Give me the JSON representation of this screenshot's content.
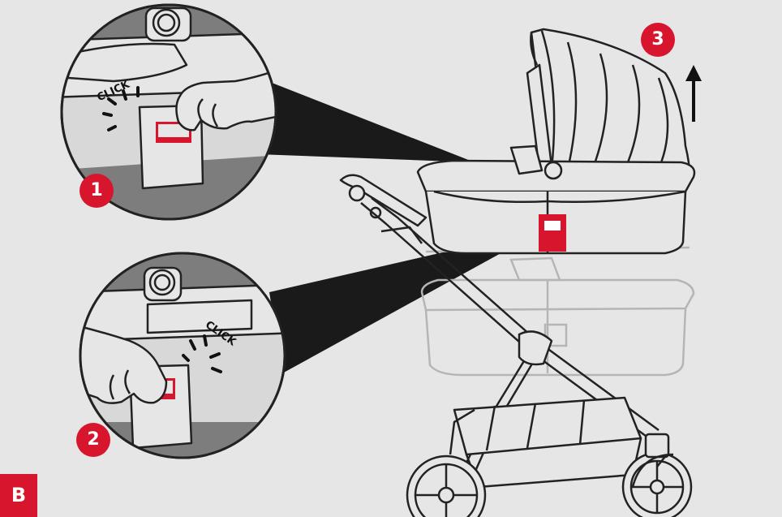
{
  "figure": {
    "panel_label": "B",
    "steps": [
      "1",
      "2",
      "3"
    ],
    "click_text_top": "CLICK",
    "click_text_bottom": "CLICK",
    "colors": {
      "background": "#e6e6e6",
      "accent_red": "#d7152c",
      "line": "#222222",
      "ghost_line": "#b5b5b5"
    },
    "icons": [
      "up-arrow-icon",
      "click-burst-icon",
      "hand-icon",
      "carrycot-icon",
      "stroller-icon"
    ]
  }
}
